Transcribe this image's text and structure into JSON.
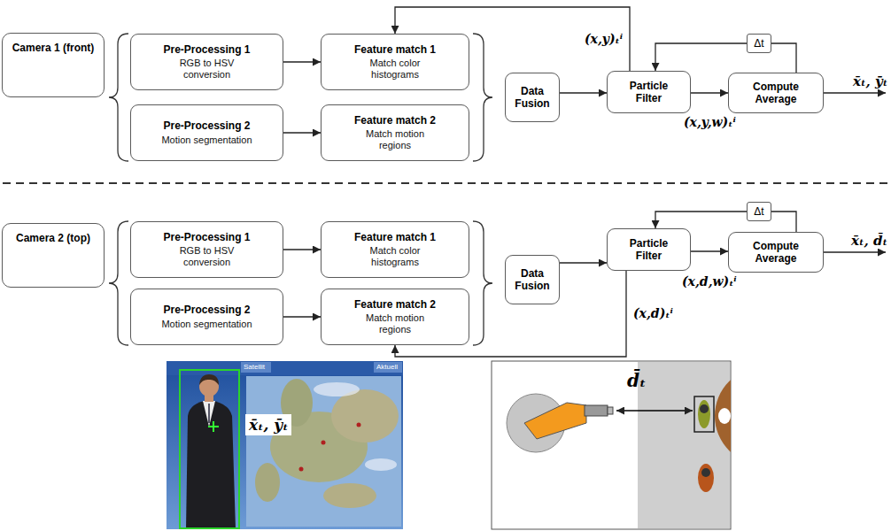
{
  "diagram": {
    "nodes": [
      {
        "text": [
          "Camera 1 (front)"
        ]
      },
      {
        "text": [
          "Pre-Processing 1",
          "RGB to HSV conversion"
        ]
      },
      {
        "text": [
          "Pre-Processing 2",
          "Motion segmentation"
        ]
      },
      {
        "text": [
          "Feature match 1",
          "Match color histograms"
        ]
      },
      {
        "text": [
          "Feature match 2",
          "Match motion regions"
        ]
      },
      {
        "text": [
          "Data Fusion"
        ]
      },
      {
        "text": [
          "Particle Filter"
        ]
      },
      {
        "text": [
          "Δt"
        ]
      },
      {
        "text": [
          "Compute Average"
        ]
      },
      {
        "text": [
          "Camera 2 (top)"
        ]
      },
      {
        "text": [
          "Pre-Processing 1",
          "RGB to HSV conversion"
        ]
      },
      {
        "text": [
          "Pre-Processing 2",
          "Motion segmentation"
        ]
      },
      {
        "text": [
          "Feature match 1",
          "Match color histograms"
        ]
      },
      {
        "text": [
          "Feature match 2",
          "Match motion regions"
        ]
      },
      {
        "text": [
          "Data Fusion"
        ]
      },
      {
        "text": [
          "Particle Filter"
        ]
      },
      {
        "text": [
          "Δt"
        ]
      },
      {
        "text": [
          "Compute Average"
        ]
      }
    ],
    "edges": [
      {
        "from": 1,
        "to": 3,
        "arrow": "to"
      },
      {
        "from": 2,
        "to": 4,
        "arrow": "to"
      },
      {
        "from": 5,
        "to": 6,
        "arrow": "to"
      },
      {
        "from": 6,
        "to": 8,
        "arrow": "to",
        "label": "(x,y,w)ₜⁱ"
      },
      {
        "from": 8,
        "to": 7,
        "arrow": "none"
      },
      {
        "from": 7,
        "to": 6,
        "arrow": "to"
      },
      {
        "from": 6,
        "to": 3,
        "arrow": "to",
        "label": "(x,y)ₜⁱ"
      },
      {
        "from": 10,
        "to": 12,
        "arrow": "to"
      },
      {
        "from": 11,
        "to": 13,
        "arrow": "to"
      },
      {
        "from": 14,
        "to": 15,
        "arrow": "to"
      },
      {
        "from": 15,
        "to": 17,
        "arrow": "to",
        "label": "(x,d,w)ₜⁱ"
      },
      {
        "from": 17,
        "to": 16,
        "arrow": "none"
      },
      {
        "from": 16,
        "to": 15,
        "arrow": "to"
      },
      {
        "from": 15,
        "to": 13,
        "arrow": "to",
        "label": "(x,d)ₜⁱ"
      }
    ],
    "labels": [
      "x̄ₜ, ȳₜ",
      "x̄ₜ, d̄ₜ",
      "Satellit",
      "Aktuell",
      "x̄ₜ, ȳₜ",
      "d̄ₜ"
    ]
  }
}
